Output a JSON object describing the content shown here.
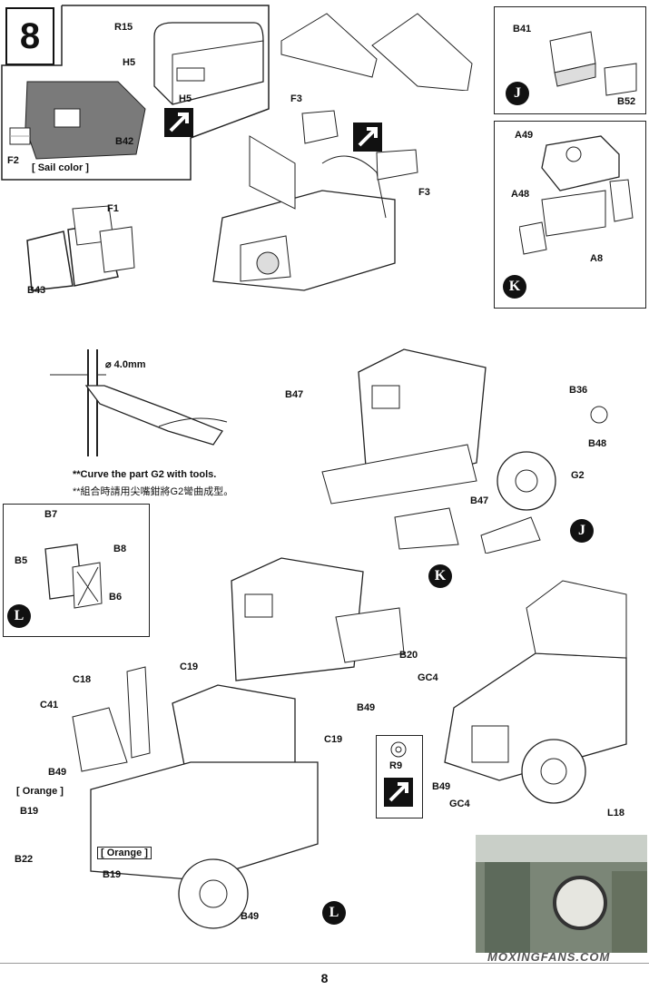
{
  "step": {
    "number": "8"
  },
  "labels": {
    "R15": "R15",
    "H5a": "H5",
    "H5b": "H5",
    "B42": "B42",
    "F2": "F2",
    "sail": "[ Sail color ]",
    "F3a": "F3",
    "F3b": "F3",
    "F1": "F1",
    "B43": "B43",
    "B41": "B41",
    "B52": "B52",
    "A49": "A49",
    "A48": "A48",
    "A8": "A8",
    "dia": "⌀ 4.0mm",
    "B47a": "B47",
    "B36": "B36",
    "B48": "B48",
    "G2": "G2",
    "B47b": "B47",
    "B7": "B7",
    "B5": "B5",
    "B8": "B8",
    "B6": "B6",
    "B20": "B20",
    "GC4a": "GC4",
    "B49a": "B49",
    "R9": "R9",
    "B49b": "B49",
    "GC4b": "GC4",
    "L18": "L18",
    "C18": "C18",
    "C19a": "C19",
    "C41": "C41",
    "C19b": "C19",
    "B49c": "B49",
    "orange1": "[ Orange ]",
    "B19a": "B19",
    "B22": "B22",
    "orange2": "[ Orange ]",
    "B19b": "B19",
    "B49d": "B49"
  },
  "markers": {
    "J": "J",
    "K": "K",
    "L": "L"
  },
  "notes": {
    "en": "**Curve the part G2 with tools.",
    "zh": "**組合時請用尖嘴鉗將G2彎曲成型。"
  },
  "watermark": "MOXINGFANS.COM",
  "page_number": "8"
}
